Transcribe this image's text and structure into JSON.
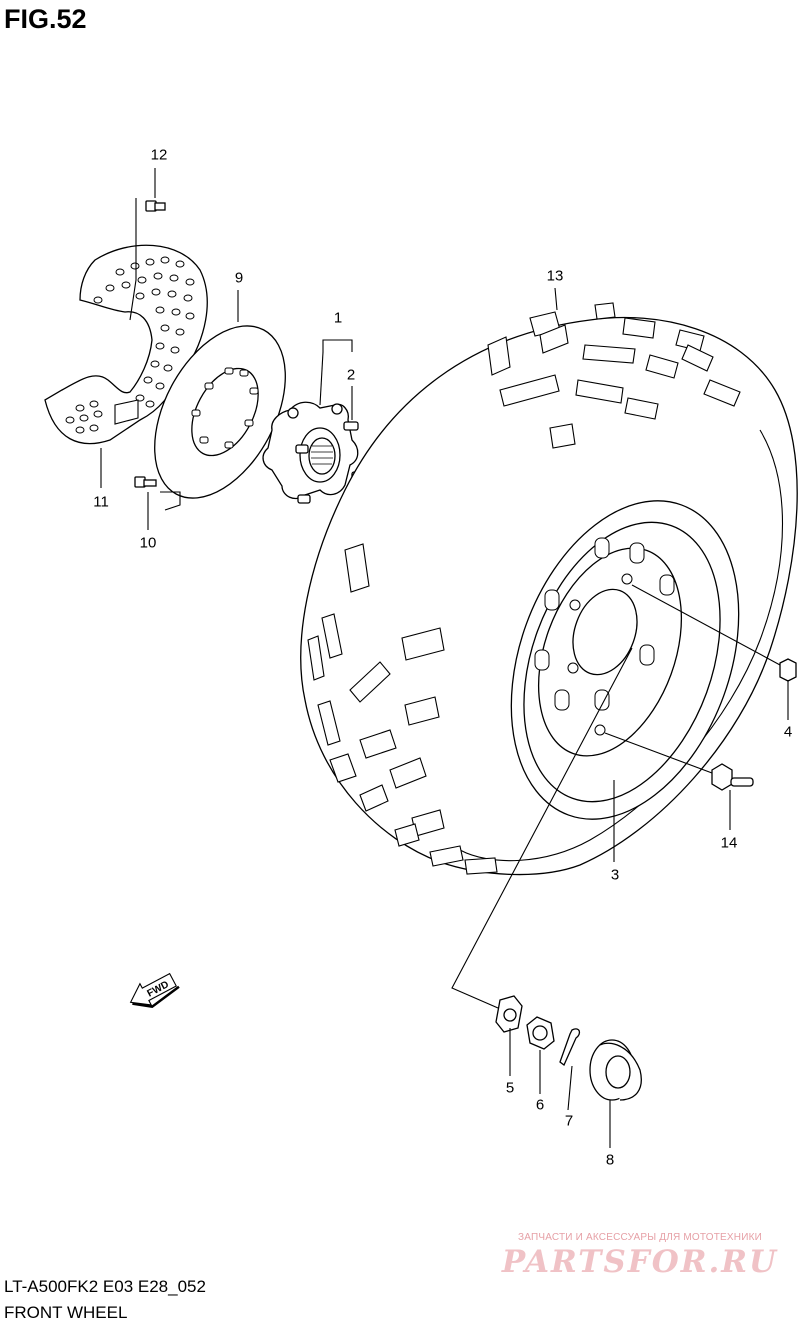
{
  "figure": {
    "title": "FIG.52"
  },
  "callouts": {
    "c1": "1",
    "c2": "2",
    "c3": "3",
    "c4": "4",
    "c5": "5",
    "c6": "6",
    "c7": "7",
    "c8": "8",
    "c9": "9",
    "c10": "10",
    "c11": "11",
    "c12": "12",
    "c13": "13",
    "c14": "14"
  },
  "footer": {
    "model_code": "LT-A500FK2 E03 E28_052",
    "section_name": "FRONT WHEEL"
  },
  "watermark": {
    "tagline": "ЗАПЧАСТИ И АКСЕССУАРЫ ДЛЯ МОТОТЕХНИКИ",
    "brand": "PARTSFOR.RU"
  },
  "fwd_arrow": {
    "label": "FWD"
  }
}
